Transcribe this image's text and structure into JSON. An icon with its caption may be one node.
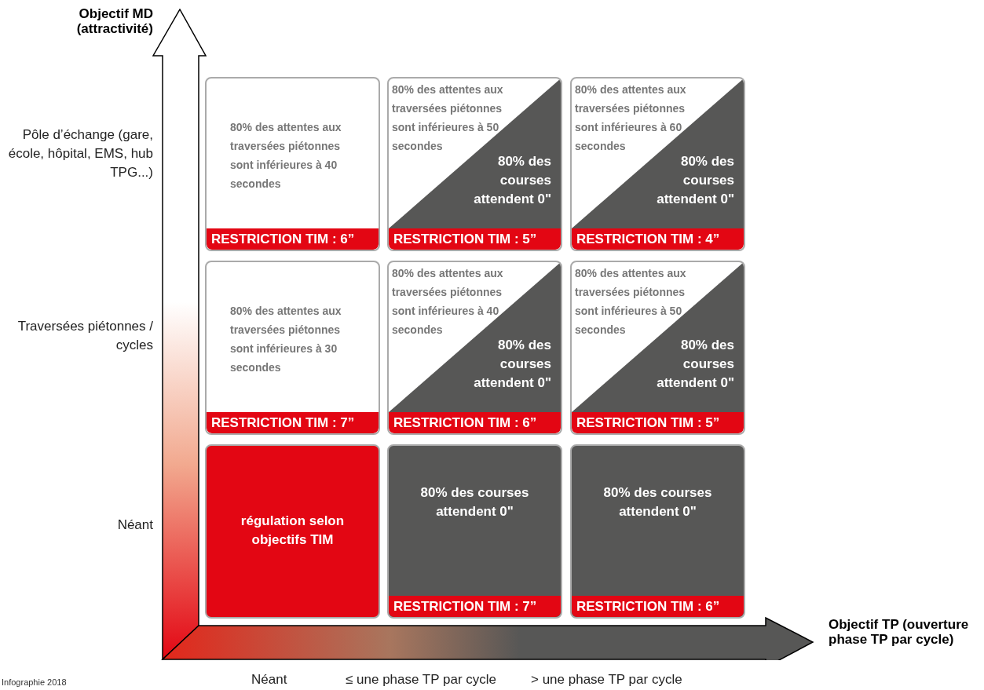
{
  "diagram": {
    "nodes": [
      {
        "text": [
          "80% des attentes aux traversées piétonnes sont inférieures à 40 secondes",
          "RESTRICTION TIM : 6”"
        ]
      },
      {
        "text": [
          "80% des attentes aux traversées piétonnes sont inférieures à 50 secondes",
          "80% des courses attendent 0\"",
          "RESTRICTION TIM : 5”"
        ]
      },
      {
        "text": [
          "80% des attentes aux traversées piétonnes sont inférieures à 60 secondes",
          "80% des courses attendent 0\"",
          "RESTRICTION TIM : 4”"
        ]
      },
      {
        "text": [
          "80% des attentes aux traversées piétonnes sont inférieures à 30 secondes",
          "RESTRICTION TIM : 7”"
        ]
      },
      {
        "text": [
          "80% des attentes aux traversées piétonnes sont inférieures à 40 secondes",
          "80% des courses attendent 0\"",
          "RESTRICTION TIM : 6”"
        ]
      },
      {
        "text": [
          "80% des attentes aux traversées piétonnes sont inférieures à 50 secondes",
          "80% des courses attendent 0\"",
          "RESTRICTION TIM : 5”"
        ]
      },
      {
        "text": [
          "régulation selon objectifs TIM"
        ]
      },
      {
        "text": [
          "80% des courses attendent 0\"",
          "RESTRICTION TIM : 7”"
        ]
      },
      {
        "text": [
          "80% des courses attendent 0\"",
          "RESTRICTION TIM : 6”"
        ]
      }
    ],
    "labels": [
      "Objectif MD (attractivité)",
      "Pôle d’échange (gare, école, hôpital, EMS, hub TPG...)",
      "Traversées piétonnes / cycles",
      "Néant",
      "Objectif TP (ouverture phase TP par cycle)",
      "Infographie 2018",
      "Néant",
      "≤ une phase TP par cycle",
      "> une phase TP par cycle"
    ]
  }
}
